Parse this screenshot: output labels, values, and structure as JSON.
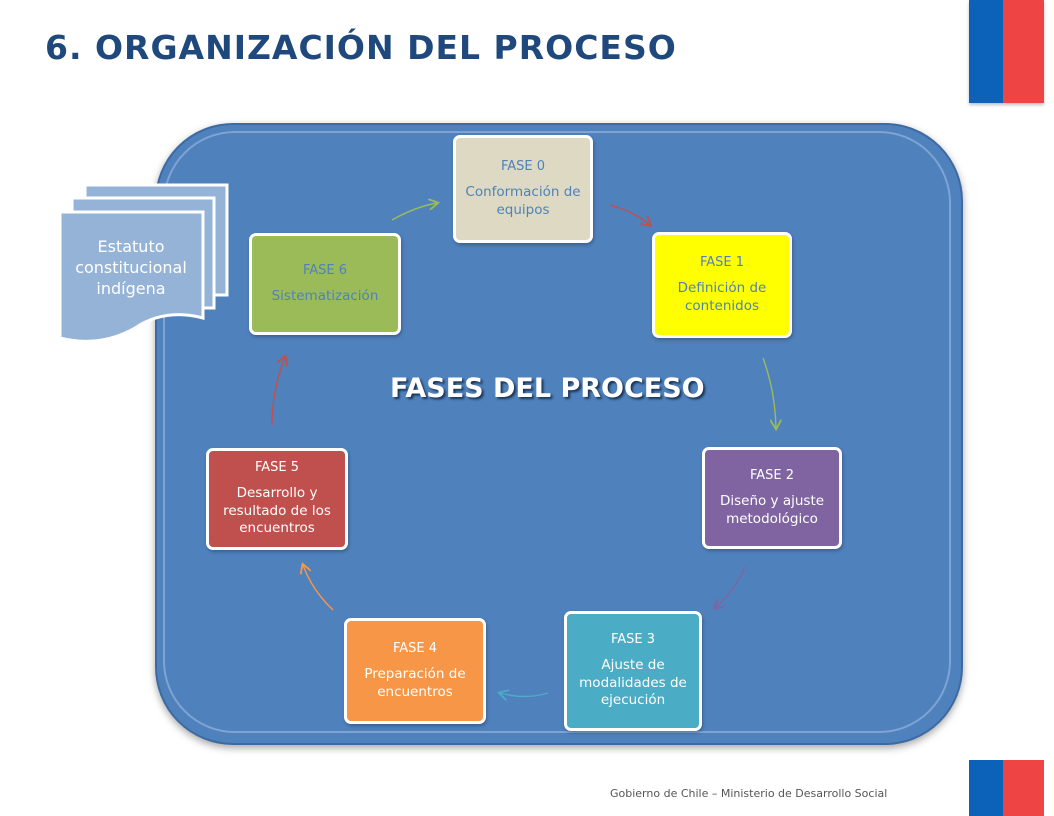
{
  "title": "6. ORGANIZACIÓN DEL PROCESO",
  "center_title": "FASES DEL PROCESO",
  "document": {
    "text_lines": [
      "Estatuto",
      "constitucional",
      "indígena"
    ],
    "color": "#95b3d7"
  },
  "phases": [
    {
      "label": "FASE 0",
      "desc": "Conformación de equipos",
      "fill": "#ddd9c3",
      "text_color": "#4f81bd"
    },
    {
      "label": "FASE 1",
      "desc": "Definición de contenidos",
      "fill": "#ffff00",
      "text_color": "#4f81bd"
    },
    {
      "label": "FASE 2",
      "desc": "Diseño y ajuste metodológico",
      "fill": "#8064a2",
      "text_color": "#ffffff"
    },
    {
      "label": "FASE 3",
      "desc": "Ajuste de modalidades de ejecución",
      "fill": "#4bacc6",
      "text_color": "#ffffff"
    },
    {
      "label": "FASE 4",
      "desc": "Preparación de encuentros",
      "fill": "#f79646",
      "text_color": "#ffffff"
    },
    {
      "label": "FASE 5",
      "desc": "Desarrollo y resultado  de los encuentros",
      "fill": "#c0504d",
      "text_color": "#ffffff"
    },
    {
      "label": "FASE 6",
      "desc": "Sistematización",
      "fill": "#9bbb59",
      "text_color": "#4f81bd"
    }
  ],
  "arrow_colors": [
    "#c0504d",
    "#9bbb59",
    "#8064a2",
    "#4bacc6",
    "#f79646",
    "#c0504d",
    "#9bbb59"
  ],
  "footer": "Gobierno de Chile – Ministerio  de Desarrollo Social"
}
